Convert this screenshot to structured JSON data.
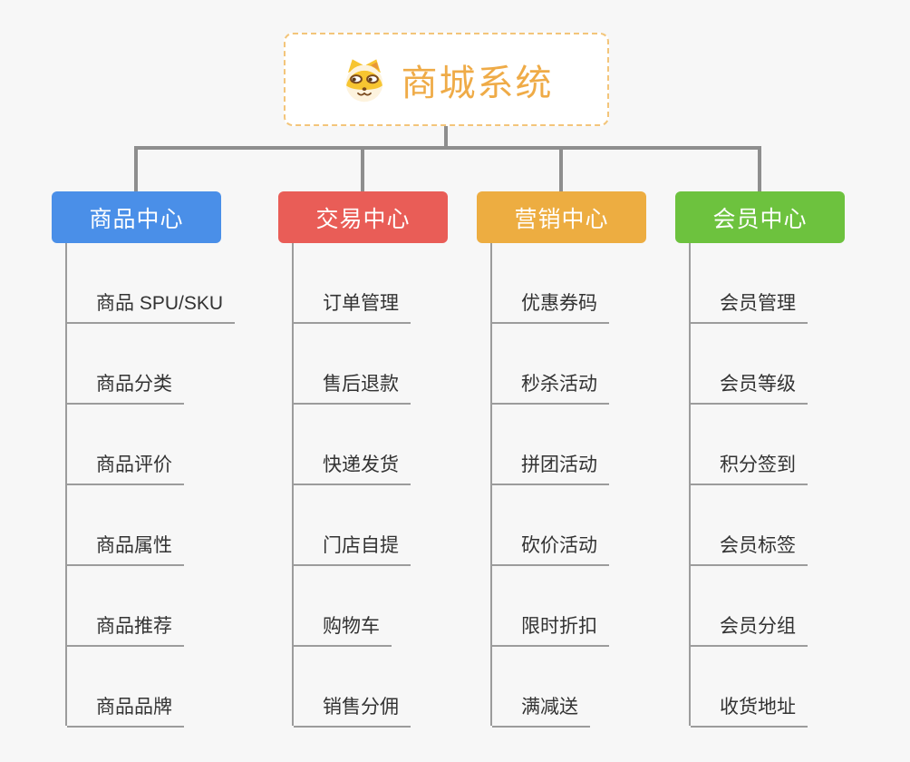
{
  "root": {
    "title": "商城系统",
    "title_color": "#efab47",
    "border_color": "#f3c57a",
    "icon": "doge-icon"
  },
  "lines": {
    "tree_color": "#8e8e8e",
    "child_color": "#9c9c9c"
  },
  "branches": [
    {
      "label": "商品中心",
      "color": "#4a8fe8",
      "items": [
        "商品 SPU/SKU",
        "商品分类",
        "商品评价",
        "商品属性",
        "商品推荐",
        "商品品牌"
      ]
    },
    {
      "label": "交易中心",
      "color": "#e95d57",
      "items": [
        "订单管理",
        "售后退款",
        "快递发货",
        "门店自提",
        "购物车",
        "销售分佣"
      ]
    },
    {
      "label": "营销中心",
      "color": "#edad41",
      "items": [
        "优惠券码",
        "秒杀活动",
        "拼团活动",
        "砍价活动",
        "限时折扣",
        "满减送"
      ]
    },
    {
      "label": "会员中心",
      "color": "#6dc23e",
      "items": [
        "会员管理",
        "会员等级",
        "积分签到",
        "会员标签",
        "会员分组",
        "收货地址"
      ]
    }
  ]
}
